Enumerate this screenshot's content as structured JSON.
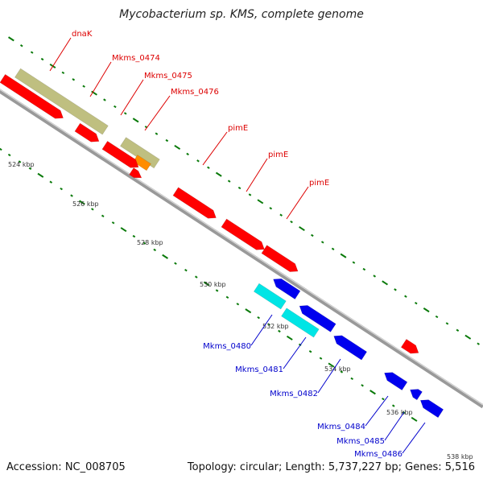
{
  "title": "Mycobacterium sp. KMS, complete genome",
  "footer": {
    "accession": "Accession: NC_008705",
    "summary": "Topology: circular; Length: 5,737,227 bp; Genes: 5,516"
  },
  "colors": {
    "forward_gene": "#ff0000",
    "reverse_gene": "#0000ee",
    "highlight_forward": "#bfbf80",
    "highlight_orange": "#ff8c00",
    "highlight_cyan": "#00e5e5",
    "backbone": "#999999",
    "tick": "#0a7a0a",
    "label_forward": "#dd0000",
    "label_reverse": "#0000cc"
  },
  "ticks": [
    {
      "label": "524 kbp"
    },
    {
      "label": "526 kbp"
    },
    {
      "label": "528 kbp"
    },
    {
      "label": "530 kbp"
    },
    {
      "label": "532 kbp"
    },
    {
      "label": "534 kbp"
    },
    {
      "label": "536 kbp"
    },
    {
      "label": "538 kbp"
    }
  ],
  "forward_labels": [
    "dnaK",
    "Mkms_0474",
    "Mkms_0475",
    "Mkms_0476",
    "pimE",
    "pimE",
    "pimE"
  ],
  "reverse_labels": [
    "Mkms_0480",
    "Mkms_0481",
    "Mkms_0482",
    "Mkms_0484",
    "Mkms_0485",
    "Mkms_0486"
  ]
}
